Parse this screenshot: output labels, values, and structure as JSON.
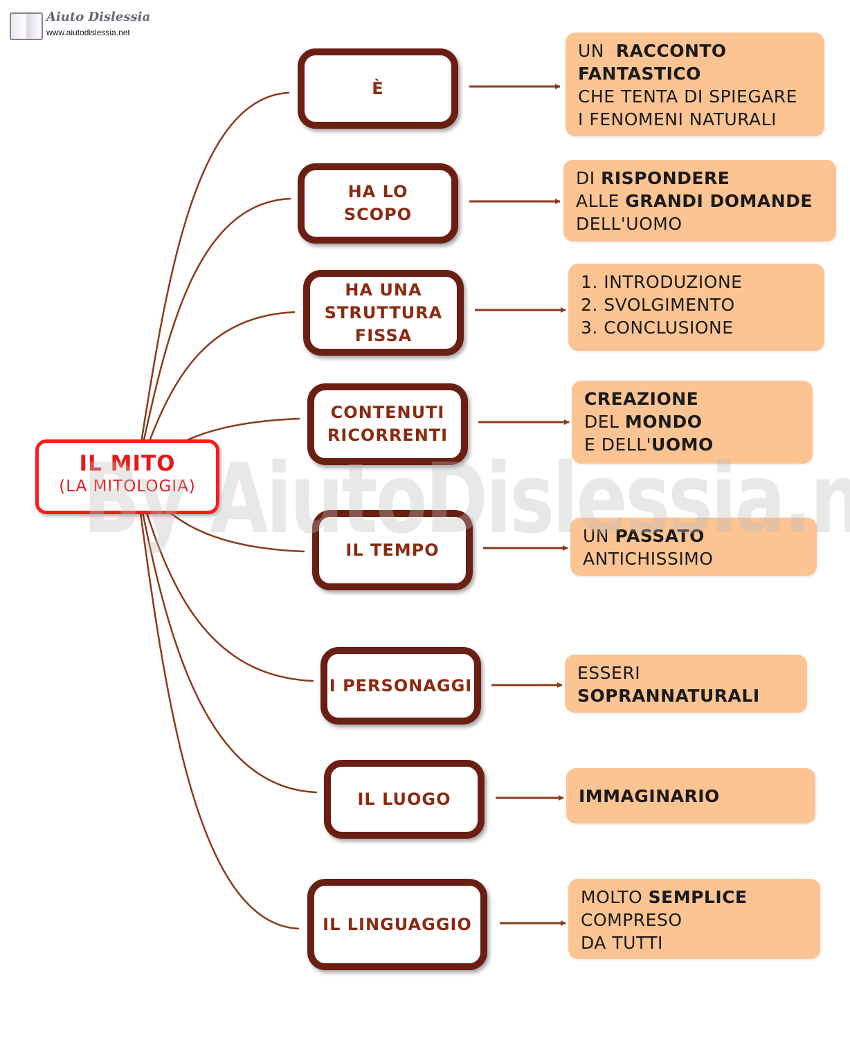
{
  "logo": {
    "title": "Aiuto Dislessia",
    "url": "www.aiutodislessia.net"
  },
  "center": {
    "title": "IL MITO",
    "subtitle": "(LA MITOLOGIA)"
  },
  "watermark": "By AiutoDislessia.net",
  "branches": [
    {
      "label": "È",
      "detail": [
        [
          {
            "t": "UN  "
          },
          {
            "t": "RACCONTO",
            "b": true
          }
        ],
        [
          {
            "t": "FANTASTICO",
            "b": true
          }
        ],
        [
          {
            "t": "CHE TENTA DI SPIEGARE"
          }
        ],
        [
          {
            "t": "I FENOMENI NATURALI"
          }
        ]
      ]
    },
    {
      "label": "HA LO\nSCOPO",
      "detail": [
        [
          {
            "t": "DI "
          },
          {
            "t": "RISPONDERE",
            "b": true
          }
        ],
        [
          {
            "t": "ALLE "
          },
          {
            "t": "GRANDI DOMANDE",
            "b": true
          }
        ],
        [
          {
            "t": "DELL'UOMO"
          }
        ]
      ]
    },
    {
      "label": "HA UNA\nSTRUTTURA\nFISSA",
      "detail": [
        [
          {
            "t": "1. INTRODUZIONE"
          }
        ],
        [
          {
            "t": "2. SVOLGIMENTO"
          }
        ],
        [
          {
            "t": "3. CONCLUSIONE"
          }
        ]
      ]
    },
    {
      "label": "CONTENUTI\nRICORRENTI",
      "detail": [
        [
          {
            "t": "CREAZIONE",
            "b": true
          }
        ],
        [
          {
            "t": "DEL "
          },
          {
            "t": "MONDO",
            "b": true
          }
        ],
        [
          {
            "t": "E DELL'"
          },
          {
            "t": "UOMO",
            "b": true
          }
        ]
      ]
    },
    {
      "label": "IL TEMPO",
      "detail": [
        [
          {
            "t": "UN "
          },
          {
            "t": "PASSATO",
            "b": true
          }
        ],
        [
          {
            "t": "ANTICHISSIMO"
          }
        ]
      ]
    },
    {
      "label": "I PERSONAGGI",
      "detail": [
        [
          {
            "t": "ESSERI"
          }
        ],
        [
          {
            "t": "SOPRANNATURALI",
            "b": true
          }
        ]
      ]
    },
    {
      "label": "IL LUOGO",
      "detail": [
        [
          {
            "t": "IMMAGINARIO",
            "b": true
          }
        ]
      ]
    },
    {
      "label": "IL LINGUAGGIO",
      "detail": [
        [
          {
            "t": "MOLTO "
          },
          {
            "t": "SEMPLICE",
            "b": true
          }
        ],
        [
          {
            "t": "COMPRESO"
          }
        ],
        [
          {
            "t": "DA TUTTI"
          }
        ]
      ]
    }
  ],
  "colors": {
    "center_border": "#ff1a1a",
    "center_text": "#e81818",
    "node_border": "#6b1e12",
    "node_text": "#8b2a12",
    "connector": "#8b3a1a",
    "note_fill": "#fcc492"
  }
}
